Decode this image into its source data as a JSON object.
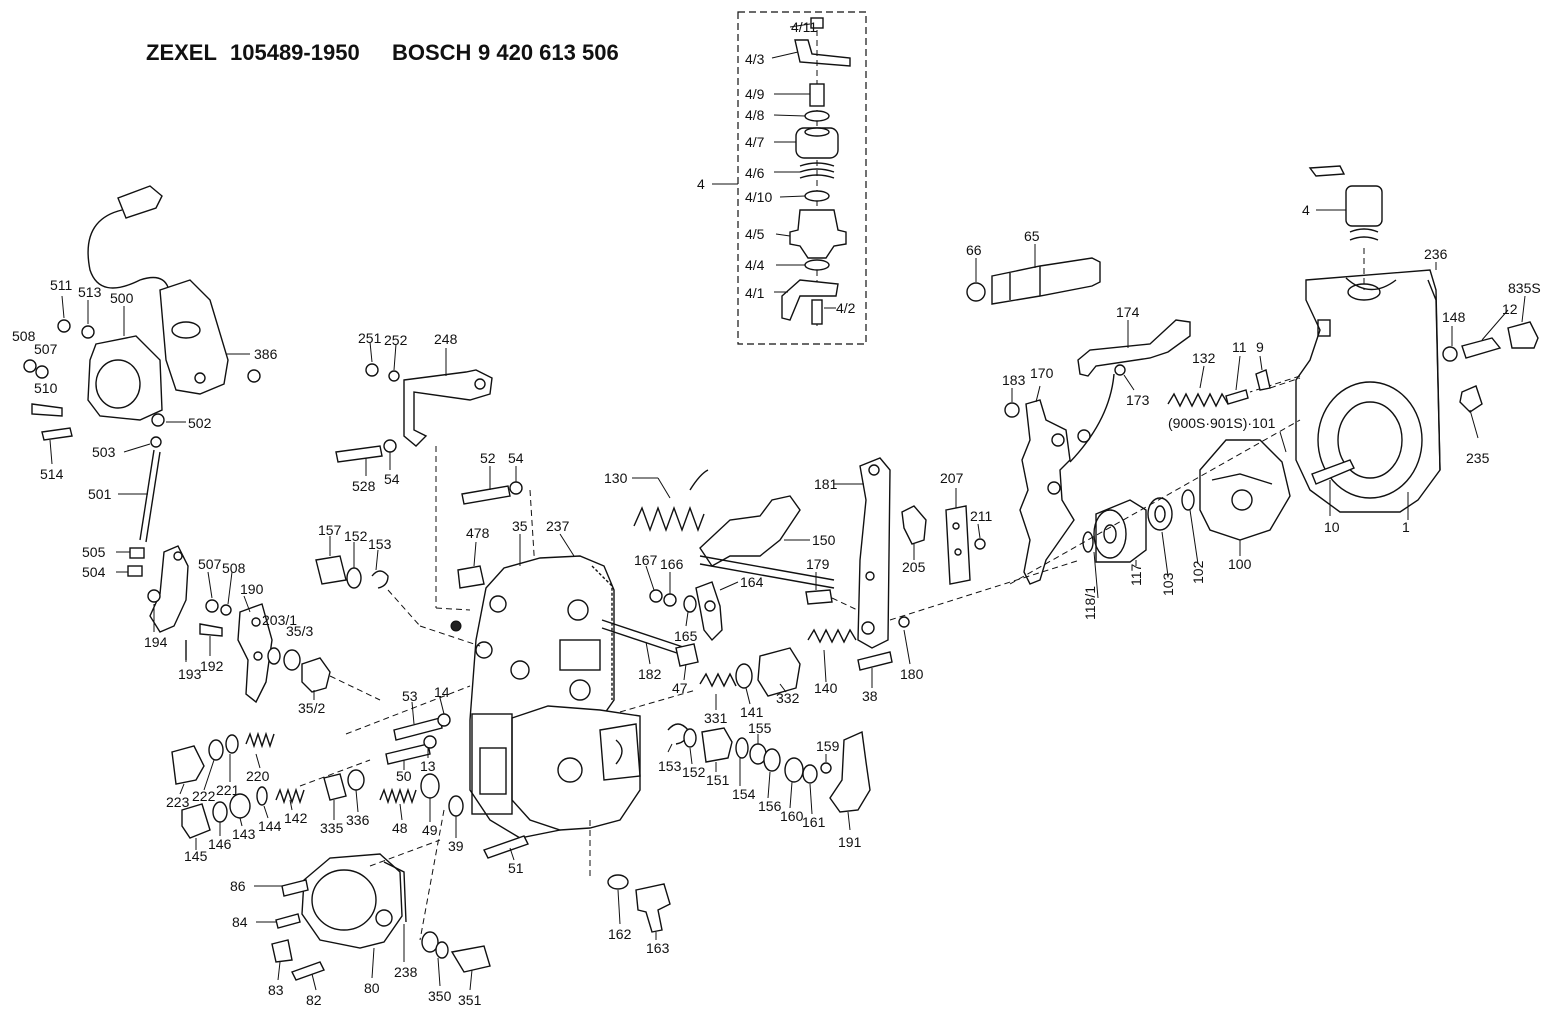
{
  "title": {
    "zexel_label": "ZEXEL",
    "zexel_number": "105489-1950",
    "bosch_label": "BOSCH",
    "bosch_number": "9 420 613 506"
  },
  "callouts": {
    "c_4_11": "4/11",
    "c_4_3": "4/3",
    "c_4_9": "4/9",
    "c_4_8": "4/8",
    "c_4_7": "4/7",
    "c_4_6": "4/6",
    "c_4": "4",
    "c_4_10": "4/10",
    "c_4_5": "4/5",
    "c_4_4": "4/4",
    "c_4_1": "4/1",
    "c_4_2": "4/2",
    "c_4b": "4",
    "c_66": "66",
    "c_65": "65",
    "c_236": "236",
    "c_835s": "835S",
    "c_148": "148",
    "c_12": "12",
    "c_174": "174",
    "c_183": "183",
    "c_170": "170",
    "c_132": "132",
    "c_11": "11",
    "c_9": "9",
    "c_173": "173",
    "c_900s": "(900S·901S)·101",
    "c_235": "235",
    "c_10": "10",
    "c_1": "1",
    "c_511": "511",
    "c_513": "513",
    "c_500": "500",
    "c_508a": "508",
    "c_507a": "507",
    "c_386": "386",
    "c_510": "510",
    "c_502": "502",
    "c_503": "503",
    "c_514": "514",
    "c_501": "501",
    "c_505": "505",
    "c_504": "504",
    "c_507b": "507",
    "c_508b": "508",
    "c_251": "251",
    "c_252": "252",
    "c_248": "248",
    "c_528": "528",
    "c_54a": "54",
    "c_52": "52",
    "c_54b": "54",
    "c_130": "130",
    "c_181": "181",
    "c_207": "207",
    "c_211": "211",
    "c_205": "205",
    "c_150": "150",
    "c_118_1": "118/1",
    "c_117": "117",
    "c_103": "103",
    "c_102": "102",
    "c_100": "100",
    "c_194": "194",
    "c_190": "190",
    "c_203_1": "203/1",
    "c_35_3": "35/3",
    "c_192": "192",
    "c_193": "193",
    "c_35_2": "35/2",
    "c_157": "157",
    "c_152a": "152",
    "c_153a": "153",
    "c_478": "478",
    "c_35": "35",
    "c_237": "237",
    "c_167": "167",
    "c_166": "166",
    "c_164": "164",
    "c_179": "179",
    "c_165": "165",
    "c_182": "182",
    "c_47": "47",
    "c_180": "180",
    "c_38": "38",
    "c_140": "140",
    "c_332": "332",
    "c_141": "141",
    "c_331": "331",
    "c_53": "53",
    "c_14": "14",
    "c_50": "50",
    "c_13": "13",
    "c_220": "220",
    "c_223": "223",
    "c_222": "222",
    "c_221": "221",
    "c_142": "142",
    "c_144": "144",
    "c_143": "143",
    "c_146": "146",
    "c_145": "145",
    "c_335": "335",
    "c_336": "336",
    "c_48": "48",
    "c_49": "49",
    "c_39": "39",
    "c_51": "51",
    "c_153b": "153",
    "c_152b": "152",
    "c_151": "151",
    "c_155": "155",
    "c_154": "154",
    "c_156": "156",
    "c_160": "160",
    "c_159": "159",
    "c_161": "161",
    "c_191": "191",
    "c_86": "86",
    "c_84": "84",
    "c_83": "83",
    "c_82": "82",
    "c_80": "80",
    "c_238": "238",
    "c_350": "350",
    "c_351": "351",
    "c_162": "162",
    "c_163": "163"
  }
}
